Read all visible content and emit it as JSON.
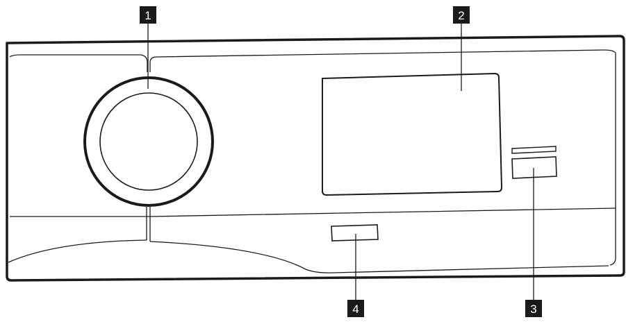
{
  "callouts": [
    {
      "id": "1",
      "label": "1"
    },
    {
      "id": "2",
      "label": "2"
    },
    {
      "id": "3",
      "label": "3"
    },
    {
      "id": "4",
      "label": "4"
    }
  ],
  "colors": {
    "line": "#1a1a1a",
    "callout_bg": "#1a1a1a",
    "callout_text": "#ffffff",
    "background": "#ffffff"
  }
}
